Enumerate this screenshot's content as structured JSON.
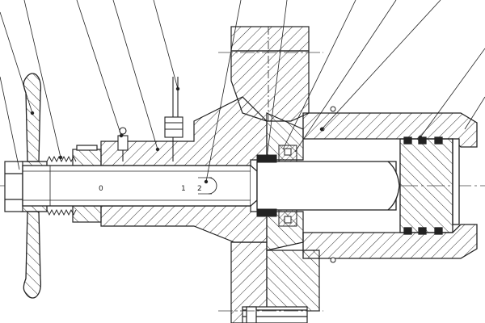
{
  "drawing": {
    "line_color": "#222222",
    "hatch_color": "#333333",
    "background": "#ffffff",
    "dimension_marks": [
      "0",
      "1",
      "2"
    ]
  }
}
